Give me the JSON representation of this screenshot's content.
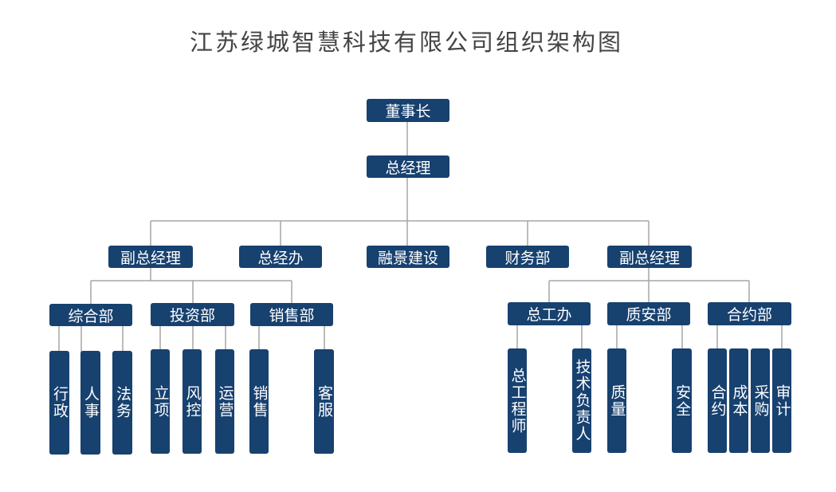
{
  "title": "江苏绿城智慧科技有限公司组织架构图",
  "colors": {
    "node": "#17416f",
    "line": "#a6a6a6",
    "title": "#444444"
  },
  "org": {
    "chairman": "董事长",
    "general_manager": "总经理",
    "level2": [
      "副总经理",
      "总经办",
      "融景建设",
      "财务部",
      "副总经理"
    ],
    "left_departments": [
      {
        "name": "综合部",
        "units": [
          "行政",
          "人事",
          "法务"
        ]
      },
      {
        "name": "投资部",
        "units": [
          "立项",
          "风控",
          "运营"
        ]
      },
      {
        "name": "销售部",
        "units": [
          "销售",
          "客服"
        ]
      }
    ],
    "right_departments": [
      {
        "name": "总工办",
        "units": [
          "总工程师",
          "技术负责人"
        ]
      },
      {
        "name": "质安部",
        "units": [
          "质量",
          "安全"
        ]
      },
      {
        "name": "合约部",
        "units": [
          "合约",
          "成本",
          "采购",
          "审计"
        ]
      }
    ]
  }
}
